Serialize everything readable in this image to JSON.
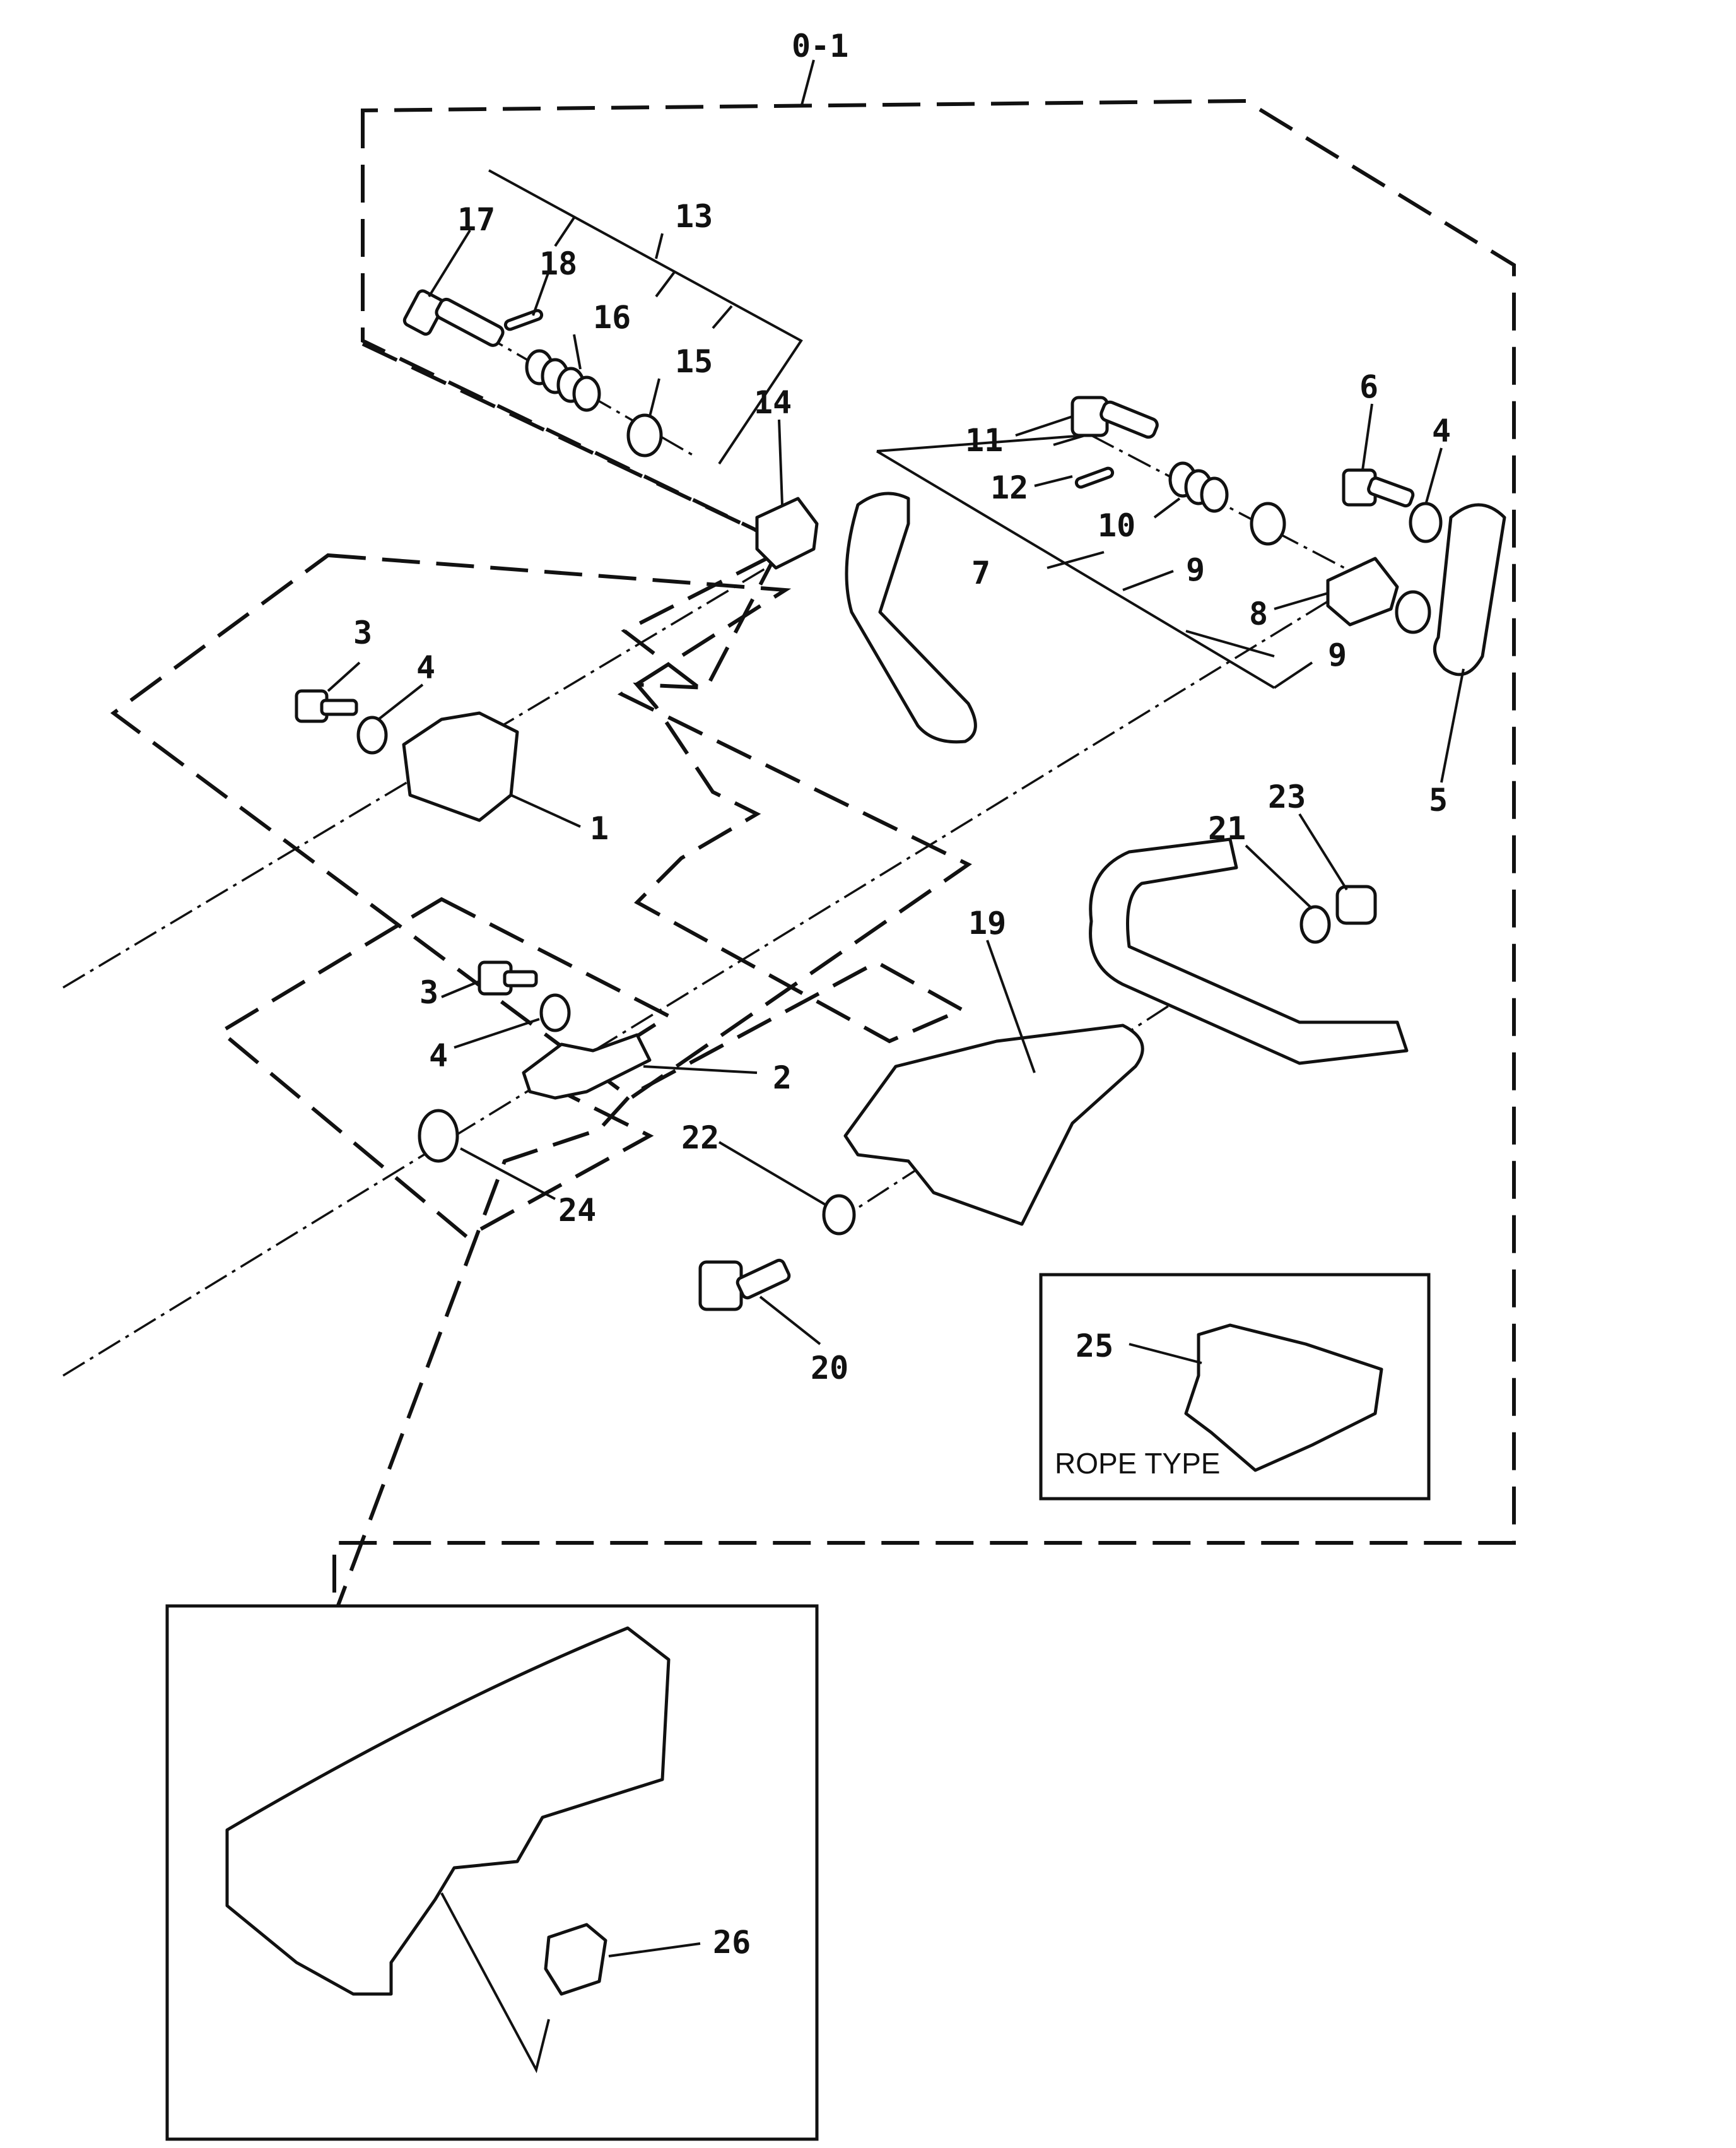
{
  "assembly_label": "0-1",
  "inset_caption": "ROPE TYPE",
  "callouts": [
    {
      "id": "c1",
      "text": "1"
    },
    {
      "id": "c2",
      "text": "2"
    },
    {
      "id": "c3a",
      "text": "3"
    },
    {
      "id": "c3b",
      "text": "3"
    },
    {
      "id": "c4a",
      "text": "4"
    },
    {
      "id": "c4b",
      "text": "4"
    },
    {
      "id": "c4c",
      "text": "4"
    },
    {
      "id": "c5",
      "text": "5"
    },
    {
      "id": "c6",
      "text": "6"
    },
    {
      "id": "c7",
      "text": "7"
    },
    {
      "id": "c8",
      "text": "8"
    },
    {
      "id": "c9a",
      "text": "9"
    },
    {
      "id": "c9b",
      "text": "9"
    },
    {
      "id": "c10",
      "text": "10"
    },
    {
      "id": "c11",
      "text": "11"
    },
    {
      "id": "c12",
      "text": "12"
    },
    {
      "id": "c13",
      "text": "13"
    },
    {
      "id": "c14",
      "text": "14"
    },
    {
      "id": "c15",
      "text": "15"
    },
    {
      "id": "c16",
      "text": "16"
    },
    {
      "id": "c17",
      "text": "17"
    },
    {
      "id": "c18",
      "text": "18"
    },
    {
      "id": "c19",
      "text": "19"
    },
    {
      "id": "c20",
      "text": "20"
    },
    {
      "id": "c21",
      "text": "21"
    },
    {
      "id": "c22",
      "text": "22"
    },
    {
      "id": "c23",
      "text": "23"
    },
    {
      "id": "c24",
      "text": "24"
    },
    {
      "id": "c25",
      "text": "25"
    },
    {
      "id": "c26",
      "text": "26"
    }
  ]
}
